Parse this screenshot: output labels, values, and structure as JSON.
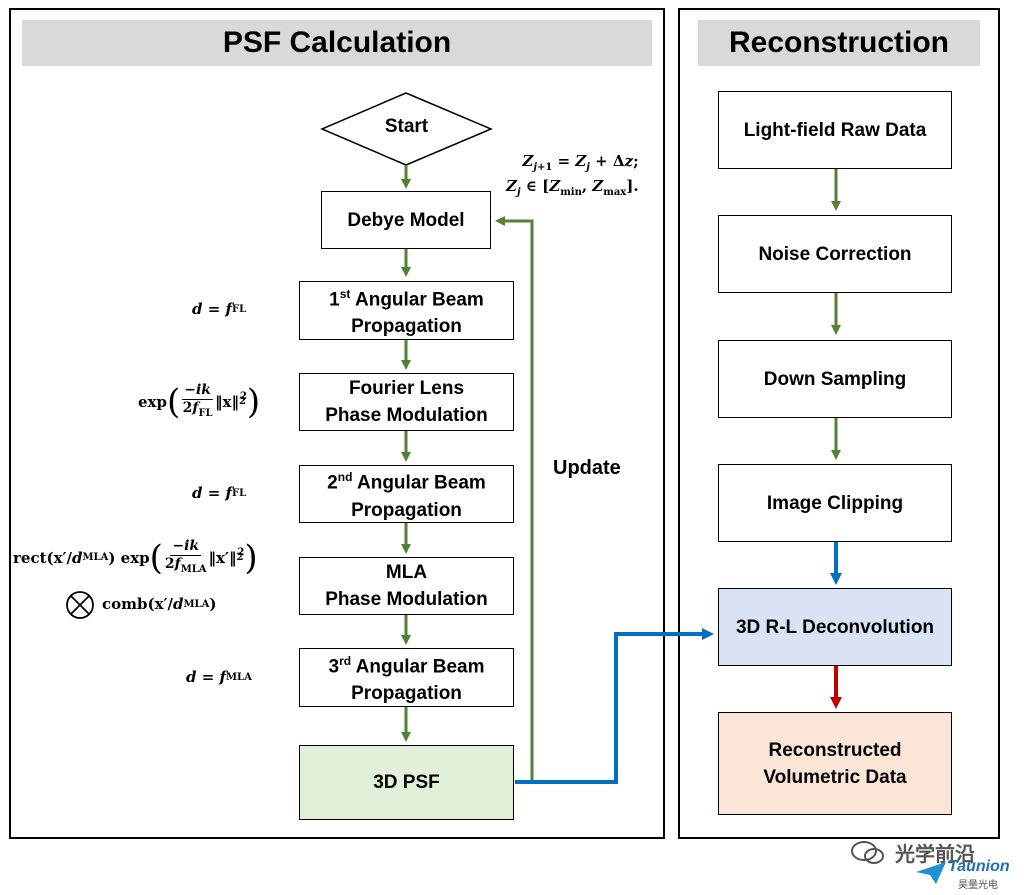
{
  "psf_panel": {
    "title": "PSF Calculation",
    "start": "Start",
    "steps": [
      {
        "id": "debye",
        "lines": [
          "Debye Model"
        ]
      },
      {
        "id": "angular1",
        "lines": [
          "1st Angular Beam",
          "Propagation"
        ]
      },
      {
        "id": "fourier",
        "lines": [
          "Fourier Lens",
          "Phase Modulation"
        ]
      },
      {
        "id": "angular2",
        "lines": [
          "2nd Angular Beam",
          "Propagation"
        ]
      },
      {
        "id": "mla",
        "lines": [
          "MLA",
          "Phase Modulation"
        ]
      },
      {
        "id": "angular3",
        "lines": [
          "3rd Angular Beam",
          "Propagation"
        ]
      },
      {
        "id": "psf3d",
        "lines": [
          "3D PSF"
        ]
      }
    ],
    "update_label": "Update"
  },
  "recon_panel": {
    "title": "Reconstruction",
    "steps": [
      {
        "id": "raw",
        "lines": [
          "Light-field Raw Data"
        ]
      },
      {
        "id": "noise",
        "lines": [
          "Noise Correction"
        ]
      },
      {
        "id": "down",
        "lines": [
          "Down Sampling"
        ]
      },
      {
        "id": "clip",
        "lines": [
          "Image Clipping"
        ]
      },
      {
        "id": "deconv",
        "lines": [
          "3D R-L Deconvolution"
        ]
      },
      {
        "id": "recon",
        "lines": [
          "Reconstructed",
          "Volumetric Data"
        ]
      }
    ]
  },
  "equations": {
    "z_update_1": "Z_{j+1} = Z_j + Δz;",
    "z_update_2": "Z_j ∈ [Z_min, Z_max].",
    "d_fl": "d = f_FL",
    "fourier_phase": "exp(−ik / 2f_FL ‖x‖²₂)",
    "mla_phase_1": "rect(x′/d_MLA) exp(−ik / 2f_MLA ‖x′‖²₂)",
    "mla_phase_2": "⊗ comb(x′/d_MLA)",
    "d_mla": "d = f_MLA"
  },
  "watermark": {
    "text": "光学前沿",
    "brand": "Taunion",
    "brand_sub": "昊量光电"
  },
  "colors": {
    "green": "#548235",
    "blue": "#0070c0",
    "red": "#c00000",
    "header": "#d9d9d9"
  }
}
